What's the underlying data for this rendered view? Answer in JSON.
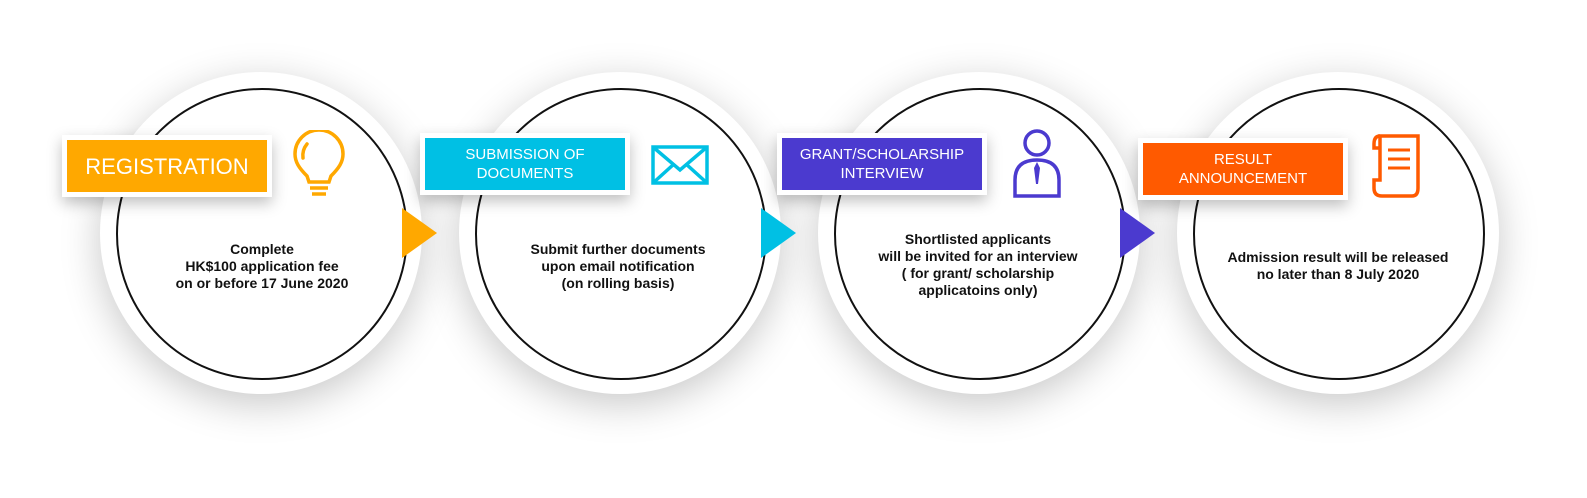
{
  "steps": [
    {
      "title": "REGISTRATION",
      "description": [
        "Complete",
        "HK$100 application fee",
        "on or before 17 June 2020"
      ],
      "color": "#FFA800",
      "icon": "lightbulb-icon"
    },
    {
      "title": "SUBMISSION OF DOCUMENTS",
      "description": [
        "Submit further documents",
        "upon email notification",
        "(on rolling basis)"
      ],
      "color": "#00C0E4",
      "icon": "envelope-icon"
    },
    {
      "title": "GRANT/SCHOLARSHIP INTERVIEW",
      "description": [
        "Shortlisted applicants",
        "will be invited for an interview",
        "( for grant/ scholarship",
        "applicatoins only)"
      ],
      "color": "#4B3ACF",
      "icon": "person-tie-icon"
    },
    {
      "title": "RESULT ANNOUNCEMENT",
      "description": [
        "Admission result will be released",
        "no later than 8 July 2020"
      ],
      "color": "#FF5A00",
      "icon": "scroll-document-icon"
    }
  ]
}
